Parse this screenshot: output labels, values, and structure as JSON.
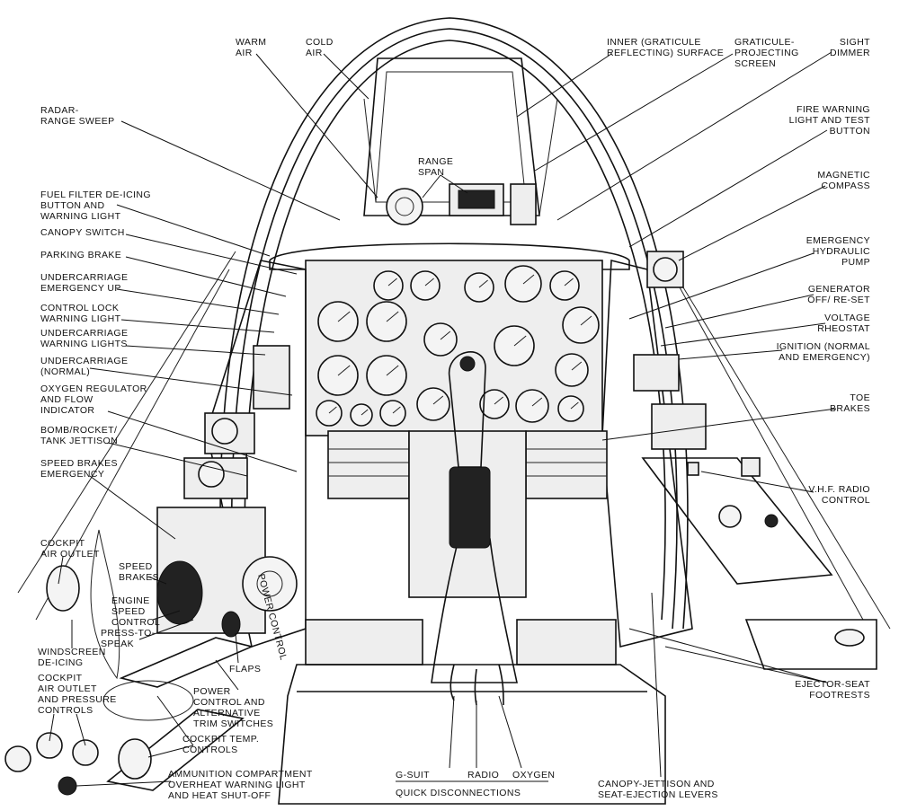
{
  "labels": {
    "warm_air": [
      "WARM",
      "AIR"
    ],
    "cold_air": [
      "COLD",
      "AIR"
    ],
    "range_span": [
      "RANGE",
      "SPAN"
    ],
    "inner_surface": [
      "INNER (GRATICULE",
      "REFLECTING) SURFACE"
    ],
    "graticule_screen": [
      "GRATICULE-",
      "PROJECTING",
      "SCREEN"
    ],
    "sight_dimmer": [
      "SIGHT",
      "DIMMER"
    ],
    "radar_range_sweep": [
      "RADAR-",
      "RANGE SWEEP"
    ],
    "fire_warning": [
      "FIRE WARNING",
      "LIGHT AND TEST",
      "BUTTON"
    ],
    "fuel_filter": [
      "FUEL FILTER DE-ICING",
      "BUTTON AND",
      "WARNING LIGHT"
    ],
    "magnetic_compass": [
      "MAGNETIC",
      "COMPASS"
    ],
    "canopy_switch": [
      "CANOPY SWITCH"
    ],
    "parking_brake": [
      "PARKING BRAKE"
    ],
    "emergency_hydraulic_pump": [
      "EMERGENCY",
      "HYDRAULIC",
      "PUMP"
    ],
    "undercarriage_emergency_up": [
      "UNDERCARRIAGE",
      "EMERGENCY UP"
    ],
    "generator": [
      "GENERATOR",
      "OFF/ RE-SET"
    ],
    "control_lock": [
      "CONTROL LOCK",
      "WARNING LIGHT"
    ],
    "voltage_rheostat": [
      "VOLTAGE",
      "RHEOSTAT"
    ],
    "undercarriage_warning": [
      "UNDERCARRIAGE",
      "WARNING LIGHTS"
    ],
    "ignition": [
      "IGNITION (NORMAL",
      "AND EMERGENCY)"
    ],
    "undercarriage_normal": [
      "UNDERCARRIAGE",
      "(NORMAL)"
    ],
    "oxygen_regulator": [
      "OXYGEN REGULATOR",
      "AND FLOW",
      "INDICATOR"
    ],
    "toe_brakes": [
      "TOE",
      "BRAKES"
    ],
    "bomb_jettison": [
      "BOMB/ROCKET/",
      "TANK JETTISON"
    ],
    "vhf_radio": [
      "V.H.F. RADIO",
      "CONTROL"
    ],
    "speed_brakes_emergency": [
      "SPEED BRAKES",
      "EMERGENCY"
    ],
    "cockpit_air_outlet": [
      "COCKPIT",
      "AIR OUTLET"
    ],
    "speed_brakes": [
      "SPEED",
      "BRAKES"
    ],
    "engine_speed_control": [
      "ENGINE",
      "SPEED",
      "CONTROL"
    ],
    "press_to_speak": [
      "PRESS-TO-",
      "SPEAK"
    ],
    "windscreen_deicing": [
      "WINDSCREEN",
      "DE-ICING"
    ],
    "flaps": [
      "FLAPS"
    ],
    "ejector_seat_footrests": [
      "EJECTOR-SEAT",
      "FOOTRESTS"
    ],
    "cockpit_air_pressure": [
      "COCKPIT",
      "AIR OUTLET",
      "AND PRESSURE",
      "CONTROLS"
    ],
    "power_control": [
      "POWER",
      "CONTROL AND",
      "ALTERNATIVE",
      "TRIM SWITCHES"
    ],
    "cockpit_temp": [
      "COCKPIT TEMP.",
      "CONTROLS"
    ],
    "ammunition": [
      "AMMUNITION COMPARTMENT",
      "OVERHEAT WARNING LIGHT",
      "AND HEAT SHUT-OFF"
    ],
    "g_suit": [
      "G-SUIT"
    ],
    "radio": [
      "RADIO"
    ],
    "oxygen": [
      "OXYGEN"
    ],
    "quick_disconnections": [
      "QUICK DISCONNECTIONS"
    ],
    "canopy_jettison": [
      "CANOPY-JETTISON AND",
      "SEAT-EJECTION LEVERS"
    ]
  },
  "panel_placard": "POWER CONTROL"
}
